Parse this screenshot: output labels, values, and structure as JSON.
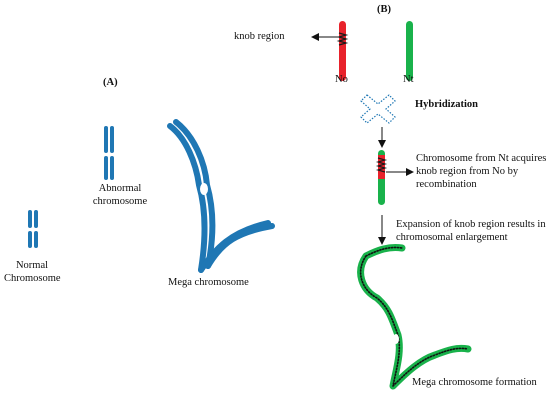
{
  "panel_a": {
    "label": "(A)",
    "normal_chromosome": [
      "Normal",
      "Chromosome"
    ],
    "abnormal_chromosome": [
      "Abnormal",
      "chromosome"
    ],
    "mega_chromosome": "Mega chromosome"
  },
  "panel_b": {
    "label": "(B)",
    "knob_region": "knob region",
    "parent_no": "No",
    "parent_nt": "Nt",
    "hybridization": "Hybridization",
    "acquire_text": [
      "Chromosome from Nt  acquires",
      "knob region from No by",
      "recombination"
    ],
    "expansion_text": [
      "Expansion of knob region  results in",
      "chromosomal enlargement"
    ],
    "formation": "Mega chromosome  formation"
  },
  "colors": {
    "blue": "#1f77b4",
    "green": "#19b24b",
    "red": "#e8222b",
    "dark": "#1a1a1a"
  }
}
